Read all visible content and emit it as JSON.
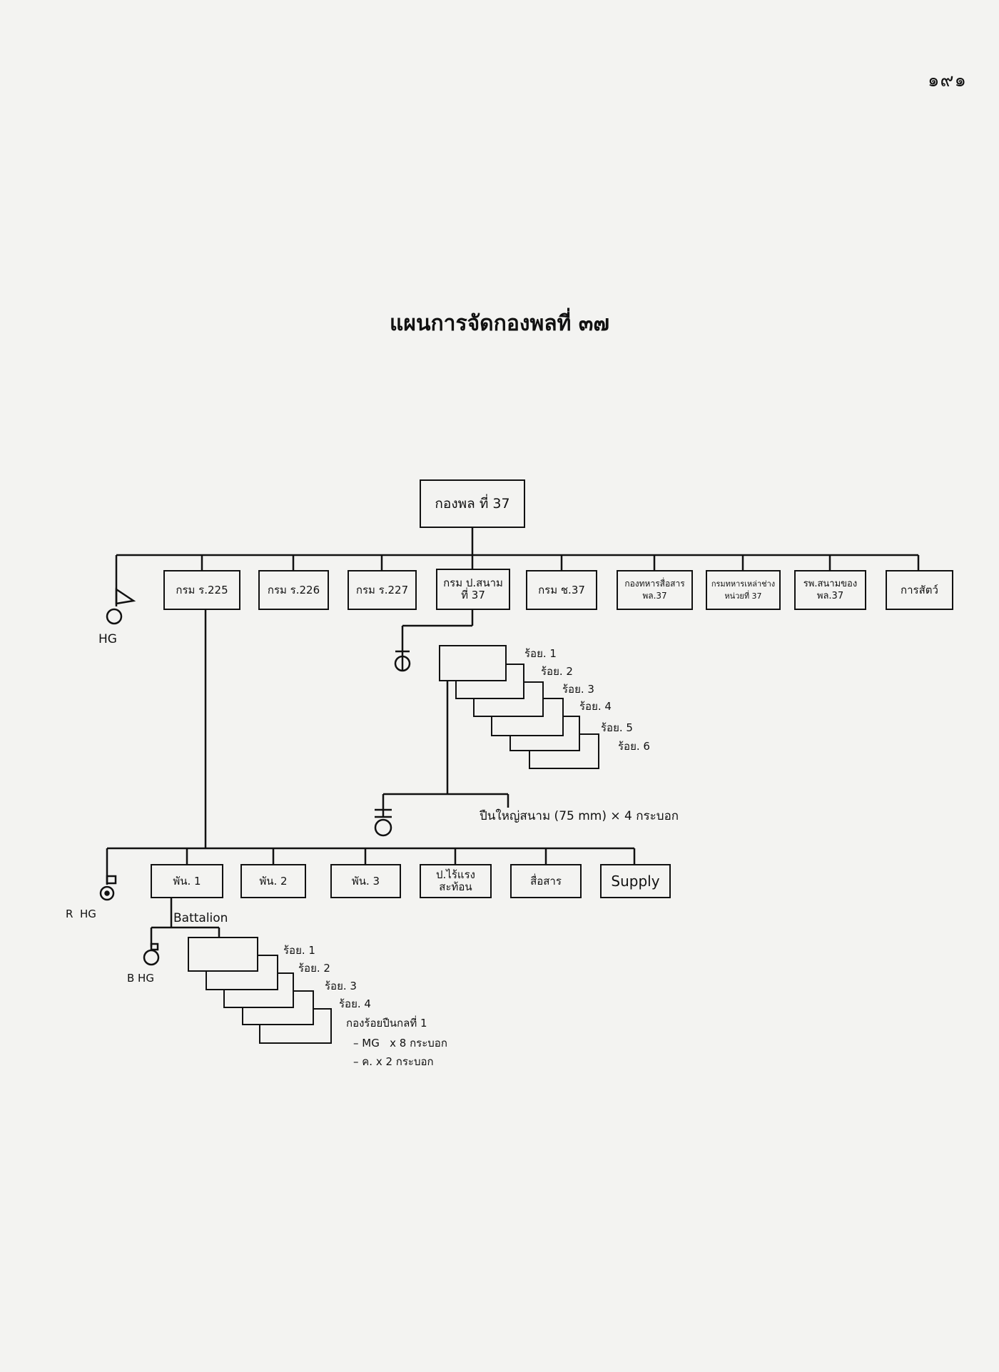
{
  "page_number": "๑๙๑",
  "title": "แผนการจัดกองพลที่ ๓๗",
  "root": "กองพล ที่ 37",
  "hq_label": "HG",
  "division_units": [
    {
      "l1": "กรม ร.225",
      "l2": ""
    },
    {
      "l1": "กรม ร.226",
      "l2": ""
    },
    {
      "l1": "กรม ร.227",
      "l2": ""
    },
    {
      "l1": "กรม ป.สนาม",
      "l2": "ที่ 37"
    },
    {
      "l1": "กรม ช.37",
      "l2": ""
    },
    {
      "l1": "กองทหารสื่อสาร",
      "l2": "พล.37"
    },
    {
      "l1": "กรมทหารเหล่าช่าง",
      "l2": "หน่วยที่ 37"
    },
    {
      "l1": "รพ.สนามของ",
      "l2": "พล.37"
    },
    {
      "l1": "การสัตว์",
      "l2": ""
    }
  ],
  "artillery_companies": [
    "ร้อย. 1",
    "ร้อย. 2",
    "ร้อย. 3",
    "ร้อย. 4",
    "ร้อย. 5",
    "ร้อย. 6"
  ],
  "artillery_note": "ปืนใหญ่สนาม (75 mm) × 4 กระบอก",
  "regiment_hq_label": "R  HG",
  "regiment_units": [
    {
      "l1": "พัน. 1",
      "l2": ""
    },
    {
      "l1": "พัน. 2",
      "l2": ""
    },
    {
      "l1": "พัน. 3",
      "l2": ""
    },
    {
      "l1": "ป.ไร้แรง",
      "l2": "สะท้อน"
    },
    {
      "l1": "สื่อสาร",
      "l2": ""
    },
    {
      "l1": "Supply",
      "l2": ""
    }
  ],
  "battalion_label": "Battalion",
  "battalion_hq_label": "B HG",
  "battalion_companies": [
    "ร้อย. 1",
    "ร้อย. 2",
    "ร้อย. 3",
    "ร้อย. 4"
  ],
  "mg_company": "กองร้อยปืนกลที่ 1",
  "mg_items": [
    "– MG   x 8 กระบอก",
    "– ค. x 2 กระบอก"
  ]
}
